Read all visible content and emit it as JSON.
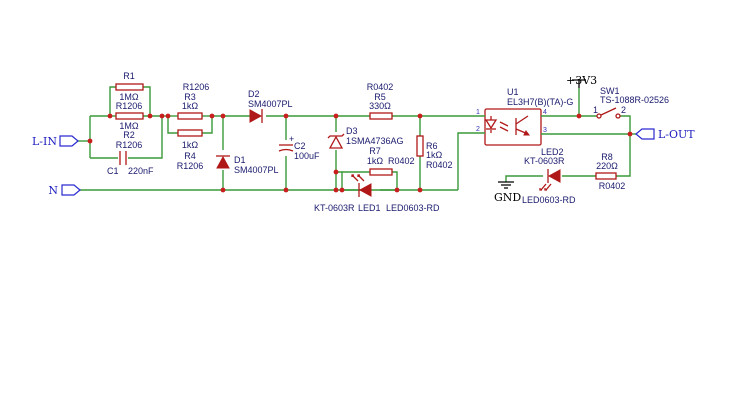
{
  "ports": {
    "l_in": "L-IN",
    "n": "N",
    "l_out": "L-OUT"
  },
  "power": {
    "vcc": "+3V3",
    "gnd": "GND"
  },
  "components": {
    "R1": {
      "ref": "R1",
      "value": "1MΩ",
      "package": "R1206"
    },
    "R2": {
      "ref": "R2",
      "value": "1MΩ",
      "package": "R1206"
    },
    "C1": {
      "ref": "C1",
      "value": "220nF",
      "package": ""
    },
    "R3": {
      "ref": "R3",
      "value": "1kΩ",
      "package": "R1206"
    },
    "R4": {
      "ref": "R4",
      "value": "1kΩ",
      "package": "R1206"
    },
    "D1": {
      "ref": "D1",
      "value": "SM4007PL"
    },
    "D2": {
      "ref": "D2",
      "value": "SM4007PL"
    },
    "C2": {
      "ref": "C2",
      "value": "100uF",
      "polarity": "+"
    },
    "D3": {
      "ref": "D3",
      "value": "1SMA4736AG"
    },
    "R5": {
      "ref": "R5",
      "value": "330Ω",
      "package": "R0402"
    },
    "R6": {
      "ref": "R6",
      "value": "1kΩ",
      "package": "R0402"
    },
    "R7": {
      "ref": "R7",
      "value": "1kΩ",
      "package": "R0402"
    },
    "LED1": {
      "ref": "LED1",
      "value": "LED0603-RD",
      "package": "KT-0603R"
    },
    "U1": {
      "ref": "U1",
      "value": "EL3H7(B)(TA)-G",
      "pins": [
        "1",
        "2",
        "3",
        "4"
      ]
    },
    "SW1": {
      "ref": "SW1",
      "value": "TS-1088R-02526",
      "pins": [
        "1",
        "2"
      ]
    },
    "LED2": {
      "ref": "LED2",
      "value": "LED0603-RD",
      "package": "KT-0603R"
    },
    "R8": {
      "ref": "R8",
      "value": "220Ω",
      "package": "R0402"
    }
  },
  "colors": {
    "wire": "#3a9a3a",
    "component": "#b01818",
    "junction": "#c81e1e",
    "label": "#1a1a6e",
    "port": "#2a2ad0"
  }
}
